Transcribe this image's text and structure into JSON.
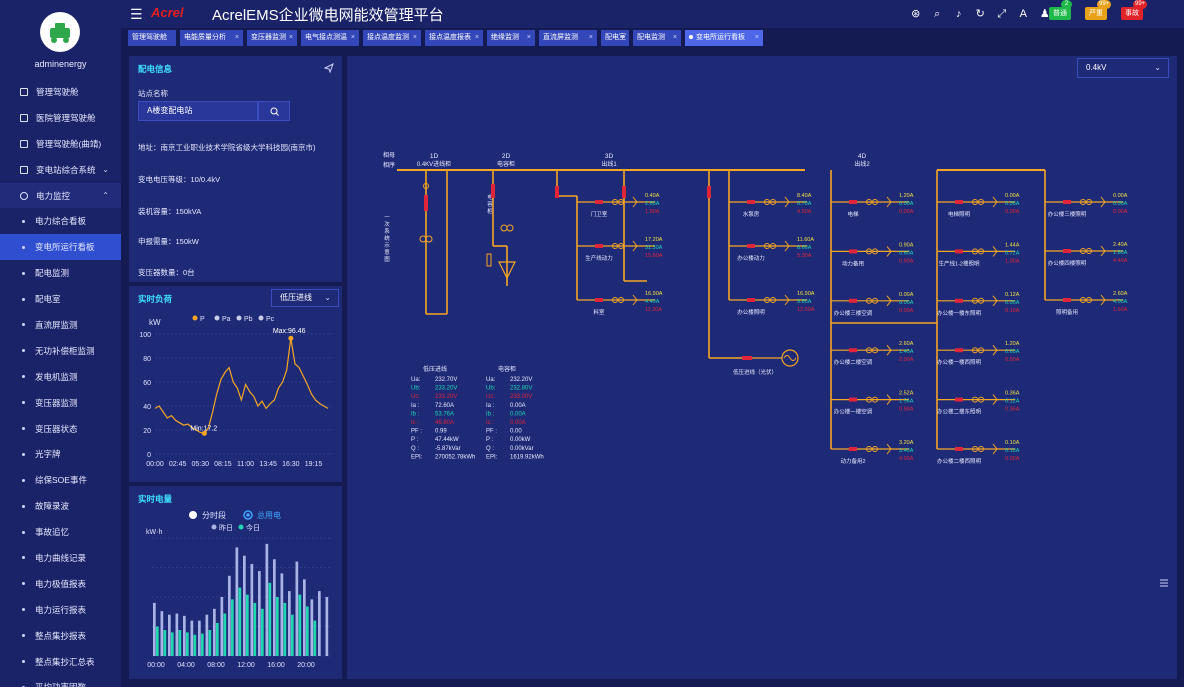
{
  "sidebar": {
    "username": "adminenergy",
    "items": [
      {
        "label": "管理驾驶舱",
        "type": "top",
        "icon": "monitor-icon"
      },
      {
        "label": "医院管理驾驶舱",
        "type": "top",
        "icon": "monitor-icon"
      },
      {
        "label": "管理驾驶舱(曲靖)",
        "type": "top",
        "icon": "monitor-icon"
      },
      {
        "label": "变电站综合系统",
        "type": "top",
        "icon": "home-icon",
        "chevron": "⌄"
      },
      {
        "label": "电力监控",
        "type": "parent",
        "icon": "power-icon",
        "chevron": "⌃"
      },
      {
        "label": "电力综合看板",
        "type": "sub"
      },
      {
        "label": "变电所运行看板",
        "type": "sub",
        "active": true
      },
      {
        "label": "配电监测",
        "type": "sub"
      },
      {
        "label": "配电室",
        "type": "sub"
      },
      {
        "label": "直流屏监测",
        "type": "sub"
      },
      {
        "label": "无功补偿柜监测",
        "type": "sub"
      },
      {
        "label": "发电机监测",
        "type": "sub"
      },
      {
        "label": "变压器监测",
        "type": "sub"
      },
      {
        "label": "变压器状态",
        "type": "sub"
      },
      {
        "label": "光字牌",
        "type": "sub"
      },
      {
        "label": "综保SOE事件",
        "type": "sub"
      },
      {
        "label": "故障录波",
        "type": "sub"
      },
      {
        "label": "事故追忆",
        "type": "sub"
      },
      {
        "label": "电力曲线记录",
        "type": "sub"
      },
      {
        "label": "电力极值报表",
        "type": "sub"
      },
      {
        "label": "电力运行报表",
        "type": "sub"
      },
      {
        "label": "整点集抄报表",
        "type": "sub"
      },
      {
        "label": "整点集抄汇总表",
        "type": "sub"
      },
      {
        "label": "平均功率因数",
        "type": "sub"
      }
    ]
  },
  "header": {
    "logo": "Acrel",
    "title": "AcrelEMS企业微电网能效管理平台",
    "badges": [
      {
        "label": "普通",
        "count": "2",
        "color": "#1fb84a"
      },
      {
        "label": "严重",
        "count": "99+",
        "color": "#e8a21a"
      },
      {
        "label": "事故",
        "count": "99+",
        "color": "#e0242a"
      }
    ]
  },
  "tabs": [
    {
      "label": "管理驾驶舱",
      "closable": false
    },
    {
      "label": "电能质量分析",
      "closable": true
    },
    {
      "label": "变压器监测",
      "closable": true
    },
    {
      "label": "电气接点测温",
      "closable": true
    },
    {
      "label": "接点温度监测",
      "closable": true
    },
    {
      "label": "接点温度报表",
      "closable": true
    },
    {
      "label": "绝缘监测",
      "closable": true
    },
    {
      "label": "直流屏监测",
      "closable": true
    },
    {
      "label": "配电室",
      "closable": true
    },
    {
      "label": "配电监测",
      "closable": true
    },
    {
      "label": "变电所运行看板",
      "closable": true,
      "active": true
    }
  ],
  "info": {
    "title": "配电信息",
    "station_label": "站点名称",
    "station_value": "A楼变配电站",
    "address": "地址：南京工业职业技术学院省级大学科技园(南京市)",
    "voltage_level": "变电电压等级：10/0.4kV",
    "installed_capacity": "装机容量：150kVA",
    "declared_demand": "申报需量：150kW",
    "transformer_count": "变压器数量：0台"
  },
  "load": {
    "title": "实时负荷",
    "select": "低压进线",
    "legend": [
      "P",
      "Pa",
      "Pb",
      "Pc"
    ],
    "unit": "kW",
    "max_label": "Max:96.46",
    "min_label": "Min:17.2"
  },
  "energy": {
    "title": "实时电量",
    "radio_options": [
      "分时段",
      "总用电"
    ],
    "legend": [
      "昨日",
      "今日"
    ],
    "unit": "kW·h"
  },
  "voltage_select": "0.4kV",
  "diagram": {
    "labels": {
      "phase_a": "相母",
      "phase_b": "相序",
      "d1": "1D",
      "d1_name": "0.4KV进线柜",
      "d2": "2D",
      "d2_name": "电容柜",
      "d3": "3D",
      "d3_name": "出线1",
      "d4": "4D",
      "d4_name": "出线2",
      "vertical_a": "一次系统示意图",
      "vertical_b": "电容柜",
      "pv": "低压进线（光伏）"
    },
    "feeders": [
      {
        "name": "门卫室",
        "vals": [
          "0.40A",
          "2.60A",
          "1.60A"
        ]
      },
      {
        "name": "生产线动力",
        "vals": [
          "17.20A",
          "31.30A",
          "15.80A"
        ]
      },
      {
        "name": "料室",
        "vals": [
          "16.90A",
          "4.40A",
          "11.20A"
        ]
      },
      {
        "name": "水泵房",
        "vals": [
          "8.40A",
          "0.70A",
          "4.50A"
        ]
      },
      {
        "name": "办公楼动力",
        "vals": [
          "11.60A",
          "8.60A",
          "5.30A"
        ]
      },
      {
        "name": "办公楼照明",
        "vals": [
          "16.90A",
          "9.80A",
          "12.00A"
        ]
      },
      {
        "name": "电梯",
        "vals": [
          "1.20A",
          "0.00A",
          "0.00A"
        ]
      },
      {
        "name": "动力备用",
        "vals": [
          "0.90A",
          "0.60A",
          "0.90A"
        ]
      },
      {
        "name": "办公楼三楼空调",
        "vals": [
          "0.00A",
          "0.00A",
          "0.00A"
        ]
      },
      {
        "name": "办公楼二楼空调",
        "vals": [
          "2.60A",
          "1.40A",
          "2.00A"
        ]
      },
      {
        "name": "办公楼一楼空调",
        "vals": [
          "2.52A",
          "1.56A",
          "0.98A"
        ]
      },
      {
        "name": "动力备用2",
        "vals": [
          "3.20A",
          "3.40A",
          "4.00A"
        ]
      },
      {
        "name": "电梯照明",
        "vals": [
          "0.00A",
          "0.00A",
          "0.00A"
        ]
      },
      {
        "name": "生产线1-2楼照明",
        "vals": [
          "1.44A",
          "0.72A",
          "1.00A"
        ]
      },
      {
        "name": "办公楼一楼东照明",
        "vals": [
          "0.12A",
          "0.00A",
          "0.10A"
        ]
      },
      {
        "name": "办公楼一楼西照明",
        "vals": [
          "1.20A",
          "0.60A",
          "0.50A"
        ]
      },
      {
        "name": "办公楼二楼东照明",
        "vals": [
          "0.36A",
          "0.12A",
          "0.36A"
        ]
      },
      {
        "name": "办公楼二楼西照明",
        "vals": [
          "0.10A",
          "0.10A",
          "0.00A"
        ]
      },
      {
        "name": "办公楼三楼照明",
        "vals": [
          "0.00A",
          "0.00A",
          "0.00A"
        ]
      },
      {
        "name": "办公楼四楼照明",
        "vals": [
          "2.40A",
          "1.80A",
          "4.40A"
        ]
      },
      {
        "name": "照明备用",
        "vals": [
          "2.60A",
          "4.00A",
          "1.60A"
        ]
      }
    ],
    "incoming_title": "低压进线",
    "incoming": [
      [
        "Ua:",
        "232.70V"
      ],
      [
        "Ub:",
        "233.20V"
      ],
      [
        "Uc:",
        "233.20V"
      ],
      [
        "Ia :",
        "72.60A"
      ],
      [
        "Ib :",
        "53.76A"
      ],
      [
        "Ic :",
        "46.80A"
      ],
      [
        "PF :",
        "0.99"
      ],
      [
        "P :",
        "47.44kW"
      ],
      [
        "Q :",
        "-5.87kVar"
      ],
      [
        "EPI:",
        "270052.78kWh"
      ]
    ],
    "capacitor_title": "电容柜",
    "capacitor": [
      [
        "Ua:",
        "232.20V"
      ],
      [
        "Ub:",
        "232.80V"
      ],
      [
        "Uc:",
        "233.00V"
      ],
      [
        "Ia :",
        "0.00A"
      ],
      [
        "Ib :",
        "0.00A"
      ],
      [
        "Ic :",
        "0.00A"
      ],
      [
        "PF :",
        "0.00"
      ],
      [
        "P :",
        "0.00kW"
      ],
      [
        "Q :",
        "0.00kVar"
      ],
      [
        "EPI:",
        "1619.92kWh"
      ]
    ]
  },
  "chart_data": [
    {
      "type": "line",
      "title": "实时负荷",
      "ylabel": "kW",
      "ylim": [
        0,
        100
      ],
      "yticks": [
        0,
        20,
        40,
        60,
        80,
        100
      ],
      "xticks": [
        "00:00",
        "02:45",
        "05:30",
        "08:15",
        "11:00",
        "13:45",
        "16:30",
        "19:15"
      ],
      "series": [
        {
          "name": "P",
          "color": "#f5a623",
          "x_hours": [
            0,
            0.5,
            1,
            1.5,
            2,
            2.5,
            3,
            3.5,
            4,
            4.5,
            5,
            5.5,
            6,
            6.5,
            7,
            7.5,
            8,
            8.5,
            9,
            9.5,
            10,
            10.5,
            11,
            11.5,
            12,
            12.5,
            13,
            13.5,
            14,
            14.5,
            15,
            15.5,
            16,
            16.5,
            17,
            17.5,
            18,
            18.5,
            19,
            19.5,
            20,
            20.5,
            21
          ],
          "values": [
            38,
            40,
            35,
            30,
            32,
            28,
            26,
            24,
            25,
            22,
            20,
            18,
            17.2,
            22,
            35,
            50,
            62,
            68,
            72,
            60,
            55,
            45,
            58,
            52,
            48,
            40,
            44,
            38,
            42,
            45,
            55,
            60,
            70,
            96.46,
            75,
            72,
            65,
            58,
            50,
            45,
            42,
            40,
            38
          ]
        }
      ],
      "max": 96.46,
      "min": 17.2
    },
    {
      "type": "bar",
      "title": "实时电量",
      "ylabel": "kW·h",
      "xticks": [
        "00:00",
        "04:00",
        "08:00",
        "12:00",
        "16:00",
        "20:00"
      ],
      "series": [
        {
          "name": "昨日",
          "color": "#a9b3e6",
          "values": [
            45,
            38,
            35,
            36,
            34,
            30,
            30,
            35,
            40,
            50,
            68,
            92,
            85,
            78,
            72,
            95,
            82,
            70,
            55,
            80,
            65,
            48,
            55,
            50
          ]
        },
        {
          "name": "今日",
          "color": "#1fd6b0",
          "values": [
            25,
            22,
            20,
            22,
            20,
            18,
            19,
            22,
            28,
            36,
            48,
            58,
            52,
            45,
            40,
            62,
            50,
            45,
            35,
            52,
            42,
            30
          ]
        }
      ]
    }
  ]
}
